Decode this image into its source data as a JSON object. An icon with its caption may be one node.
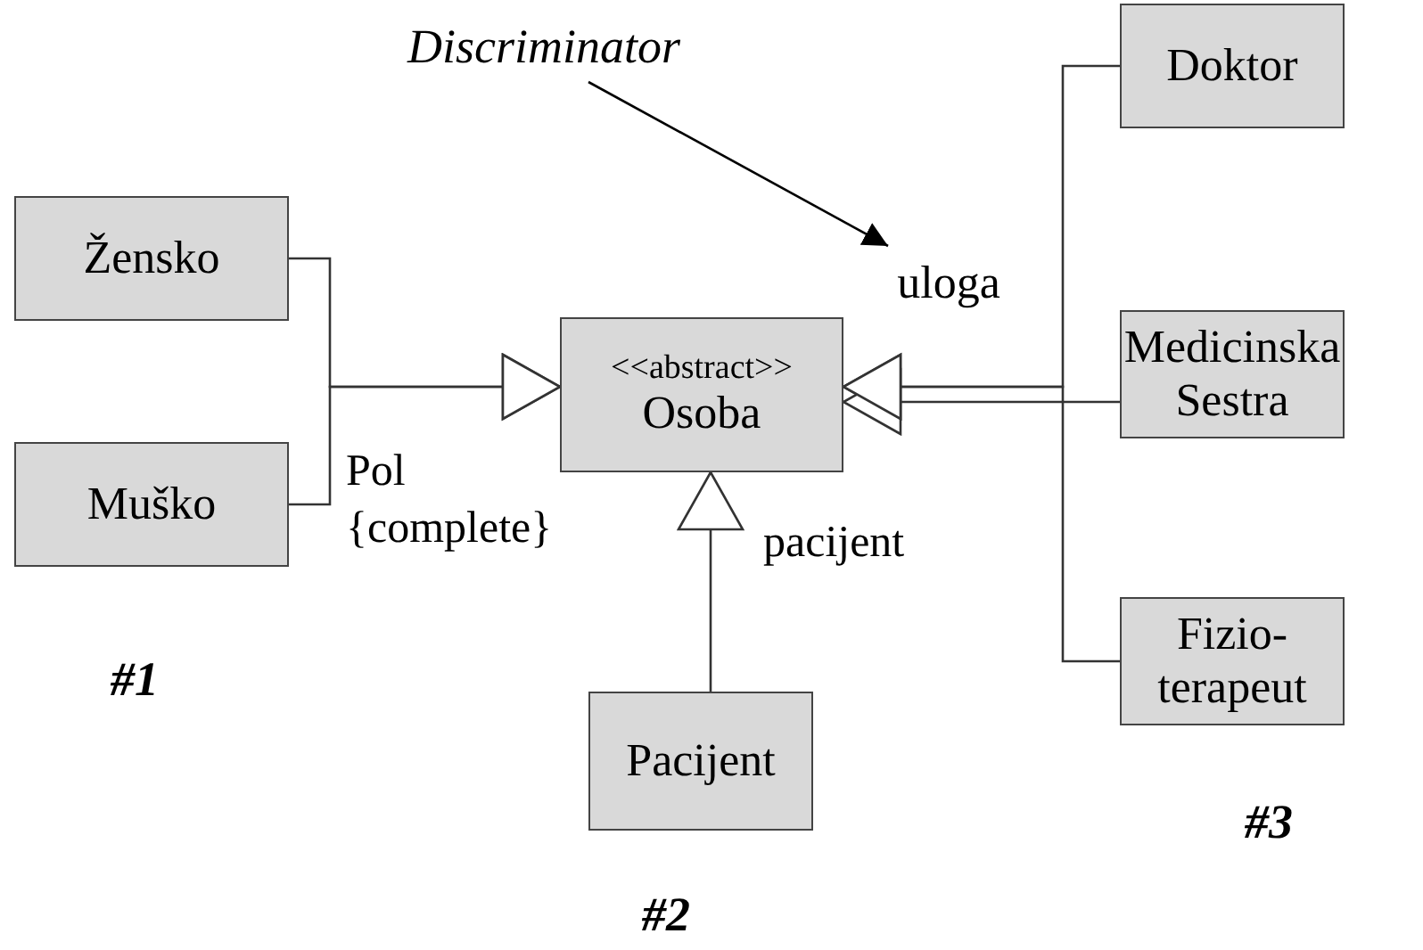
{
  "diagram": {
    "nodes": [
      {
        "text": [
          "Žensko"
        ]
      },
      {
        "text": [
          "Muško"
        ]
      },
      {
        "text": [
          "<<abstract>>",
          "Osoba"
        ]
      },
      {
        "text": [
          "Doktor"
        ]
      },
      {
        "text": [
          "Medicinska Sestra"
        ]
      },
      {
        "text": [
          "Fizio- terapeut"
        ]
      },
      {
        "text": [
          "Pacijent"
        ]
      },
      {
        "text": [
          "Discriminator"
        ]
      },
      {
        "text": [
          "uloga"
        ]
      }
    ],
    "edges": [
      {
        "from": 0,
        "to": 2,
        "arrow": "to"
      },
      {
        "from": 1,
        "to": 2,
        "arrow": "to"
      },
      {
        "from": 3,
        "to": 2,
        "arrow": "to"
      },
      {
        "from": 4,
        "to": 2,
        "arrow": "to"
      },
      {
        "from": 5,
        "to": 2,
        "arrow": "to"
      },
      {
        "from": 6,
        "to": 2,
        "arrow": "to"
      },
      {
        "from": 7,
        "to": 8,
        "arrow": "to"
      }
    ],
    "labels": [
      "Pol",
      "{complete}",
      "pacijent",
      "#1",
      "#2",
      "#3"
    ]
  }
}
